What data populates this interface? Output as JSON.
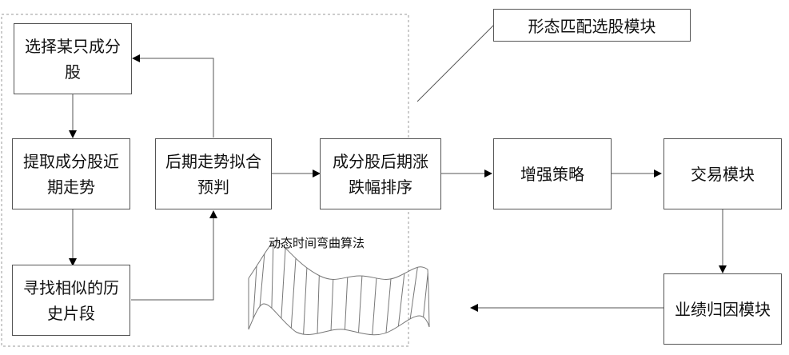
{
  "diagram": {
    "group_label": "形态匹配选股模块",
    "dtw_label": "动态时间弯曲算法",
    "nodes": {
      "select_stock": "选择某只成分股",
      "extract_trend": "提取成分股近期走势",
      "find_similar": "寻找相似的历史片段",
      "predict": "后期走势拟合预判",
      "rank": "成分股后期涨跌幅排序",
      "enhance": "增强策略",
      "trade": "交易模块",
      "attribution": "业绩归因模块"
    },
    "colors": {
      "line": "#555555",
      "dashed_border": "#999999",
      "text": "#111111"
    }
  }
}
